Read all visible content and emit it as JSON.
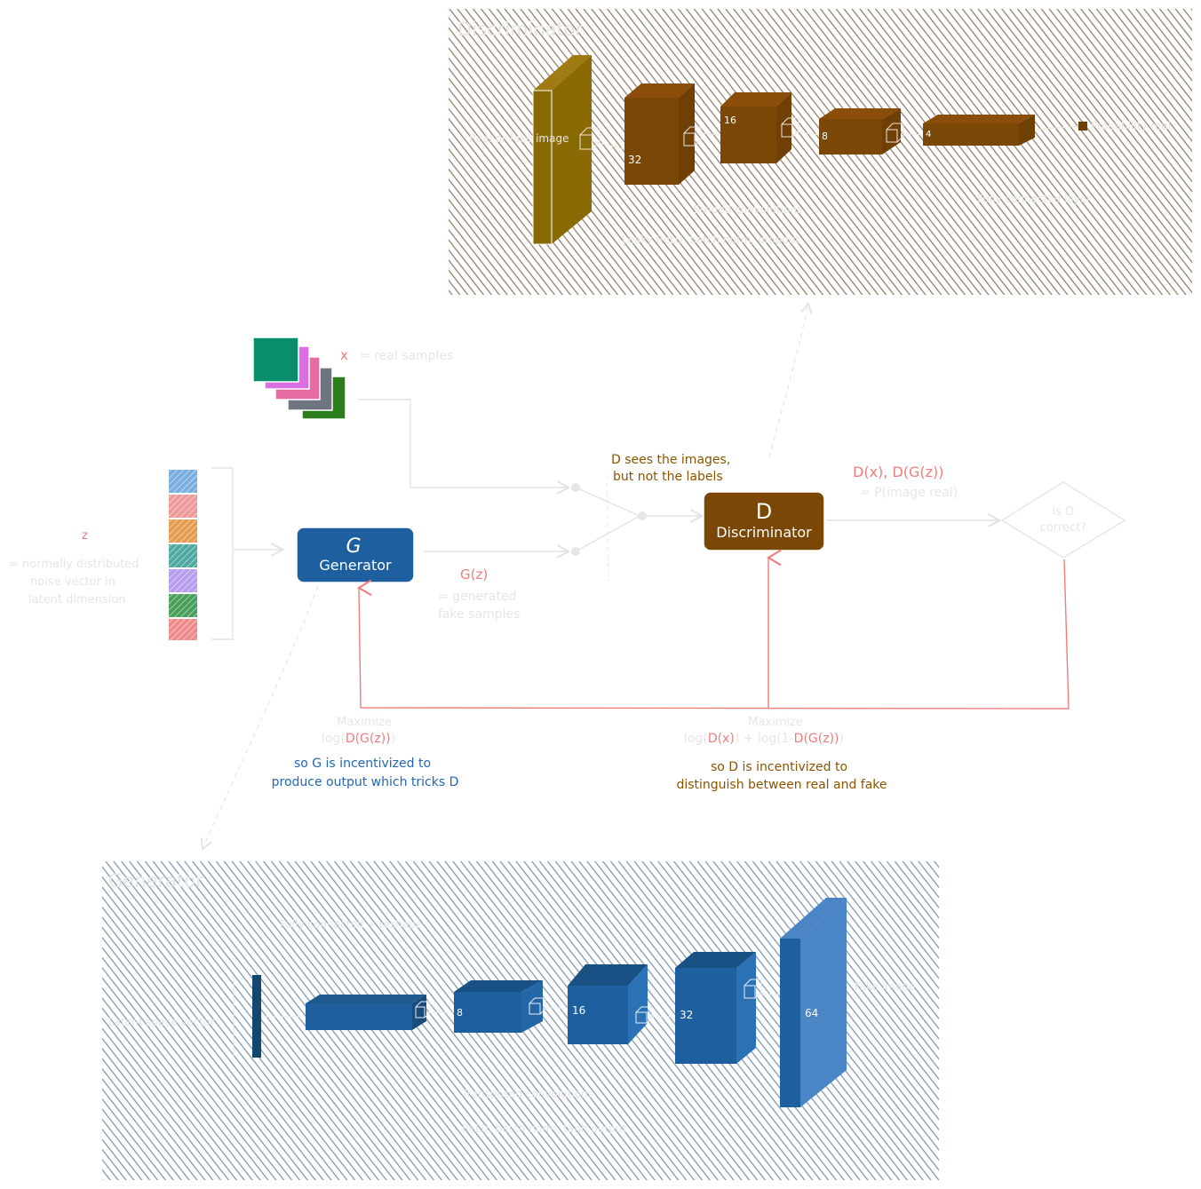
{
  "colors": {
    "discriminator_fill": "#7a4706",
    "discriminator_panel": "#8b7760",
    "generator_fill": "#1e5fa0",
    "generator_panel": "#7891ab",
    "accent_red": "#f07c7c",
    "annotation_brown": "#8a5400",
    "annotation_blue": "#2268b3",
    "faint": "#e6e6e6"
  },
  "discriminator_panel": {
    "title": "Discriminator",
    "conv_sizes": [
      "32",
      "16",
      "8",
      "4"
    ],
    "input_label": "Real or fake image",
    "output_label": "Probability real",
    "bottom_label": "Strided convolutions",
    "fc_label": "Fully connected layer",
    "side_note": "Leaky ReLU, batch norm, dropout"
  },
  "generator_panel": {
    "title": "Generator",
    "conv_sizes": [
      "8",
      "16",
      "32",
      "64"
    ],
    "input_label": "Latent space vector",
    "output_label": "Fake image",
    "top_label": "Fully connected + reshape",
    "bottom_label": "Transposed convolutions",
    "side_note": "ReLU, batch norm, tanh output"
  },
  "real_samples": {
    "symbol": "x",
    "text": "= real samples",
    "swatches": [
      "#098d6b",
      "#d96fe3",
      "#e86aa3",
      "#6e7580",
      "#2b7d1c"
    ]
  },
  "noise": {
    "symbol": "z",
    "description": [
      "= normally distributed",
      "noise vector in",
      "latent dimension"
    ],
    "cells": [
      "#7aaee0",
      "#ef9a9a",
      "#e59c4f",
      "#4fa9a1",
      "#b79cf0",
      "#48a05a",
      "#ef8a8a"
    ]
  },
  "generator_node": {
    "icon_letter": "G",
    "label": "Generator"
  },
  "discriminator_node": {
    "icon_letter": "D",
    "label": "Discriminator"
  },
  "generated": {
    "symbol": "G(z)",
    "description": [
      "= generated",
      "fake samples"
    ]
  },
  "d_sees": [
    "D sees the images,",
    "but not the labels"
  ],
  "d_output": {
    "symbol": "D(x), D(G(z))",
    "description": "= P(image real)"
  },
  "decision": [
    "is D",
    "correct?"
  ],
  "g_objective": {
    "verb": "Maximize",
    "formula_prefix": "log(",
    "formula_term": "D(G(z))",
    "formula_suffix": ")",
    "note": [
      "so G is incentivized to",
      "produce output which tricks D"
    ]
  },
  "d_objective": {
    "verb": "Maximize",
    "part1_prefix": "log(",
    "part1_term": "D(x)",
    "part1_suffix": ") + log(1-",
    "part2_term": "D(G(z))",
    "part2_suffix": ")",
    "note": [
      "so D is incentivized to",
      "distinguish between real and fake"
    ]
  }
}
